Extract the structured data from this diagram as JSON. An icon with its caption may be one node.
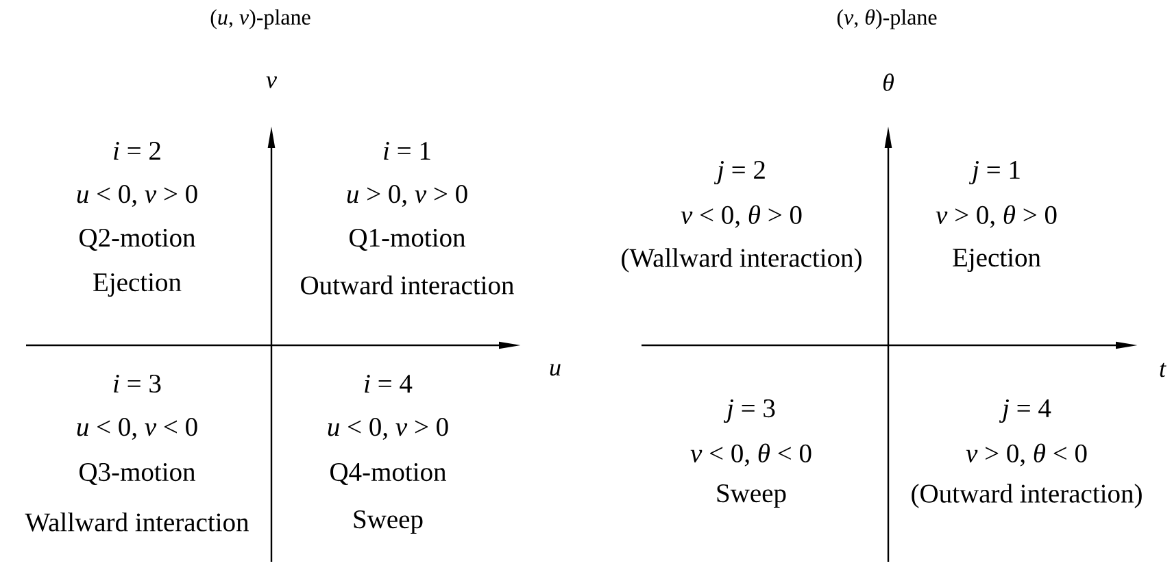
{
  "diagram": {
    "labels": [
      "(*u*, *v*)-plane",
      "v",
      "*i* = 2",
      "*u* < 0, *v* > 0",
      "Q2-motion",
      "Ejection",
      "*i* = 1",
      "*u* > 0, *v* > 0",
      "Q1-motion",
      "Outward interaction",
      "u",
      "*i* = 3",
      "*u* < 0, *v* < 0",
      "Q3-motion",
      "Wallward interaction",
      "*i* = 4",
      "*u* < 0, *v* > 0",
      "Q4-motion",
      "Sweep",
      "(*v*, *θ*)-plane",
      "θ",
      "*j* = 2",
      "*v* < 0, *θ* > 0",
      "(Wallward interaction)",
      "*j* = 1",
      "*v* > 0, *θ* > 0",
      "Ejection",
      "t",
      "*j* = 3",
      "*v* < 0, *θ* < 0",
      "Sweep",
      "*j* = 4",
      "*v* > 0, *θ* < 0",
      "(Outward interaction)"
    ]
  }
}
